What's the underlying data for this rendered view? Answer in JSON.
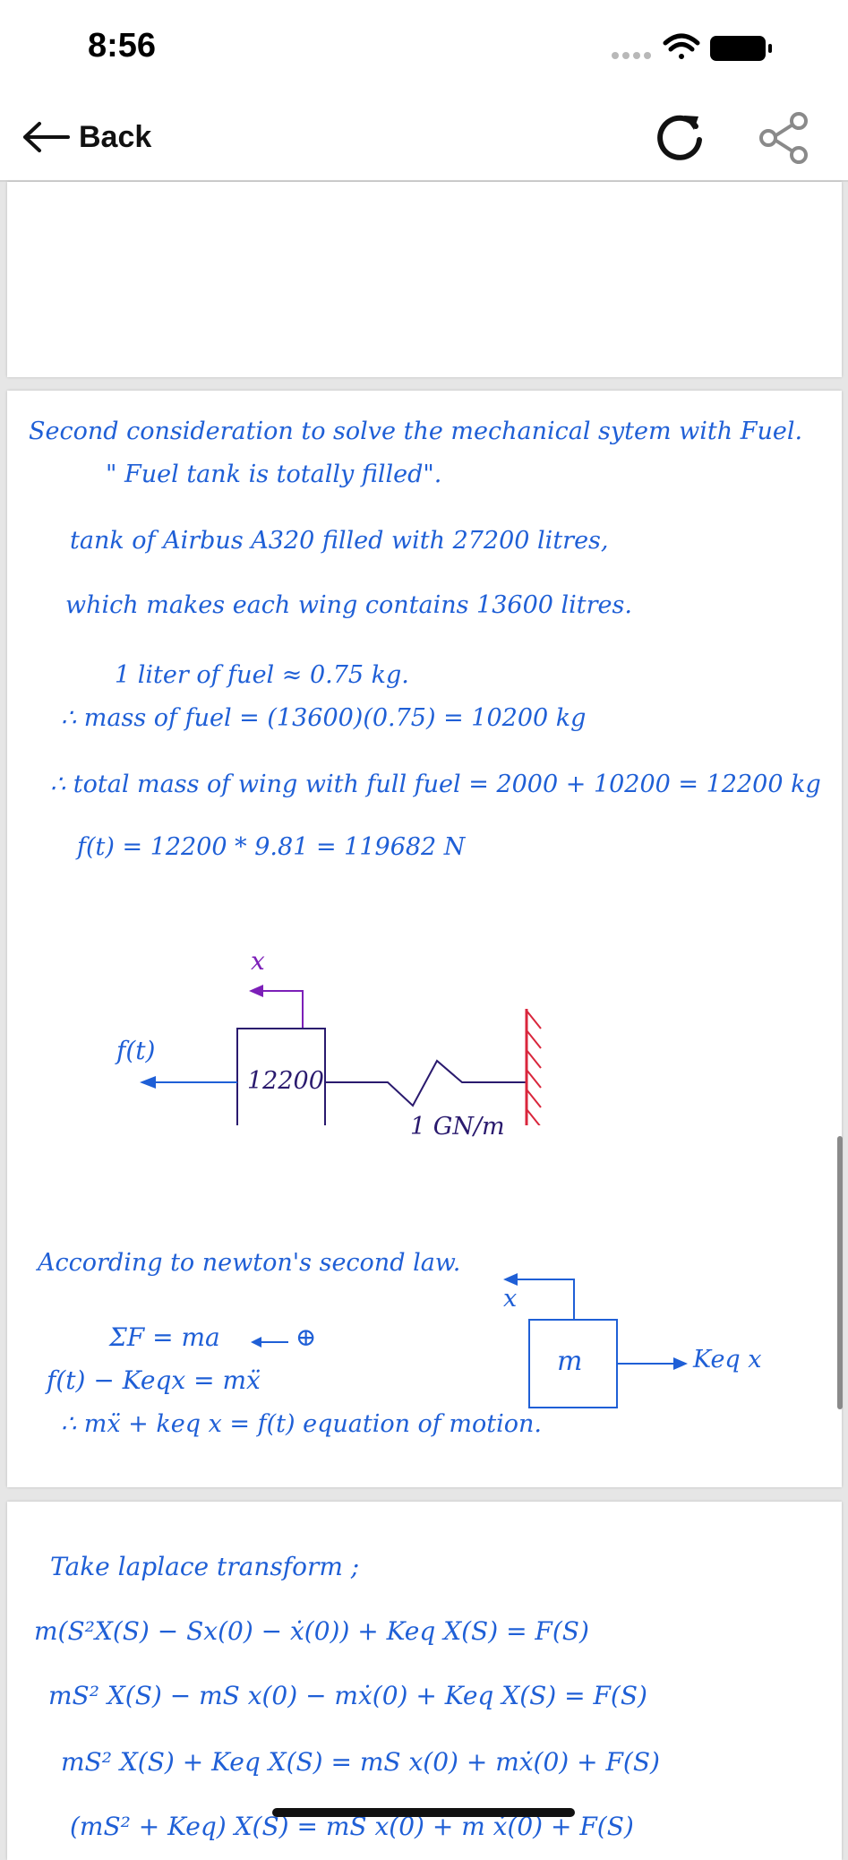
{
  "status_bar": {
    "time": "8:56"
  },
  "nav": {
    "back_label": "Back"
  },
  "page2": {
    "line1": "Second consideration to solve the mechanical sytem with Fuel.",
    "line2": "\" Fuel tank is totally filled\".",
    "line3": "tank of Airbus A320 filled with 27200 litres,",
    "line4": "which makes each wing contains 13600 litres.",
    "line5": "1 liter of fuel ≈ 0.75 kg.",
    "line6": "∴ mass of fuel = (13600)(0.75) = 10200 kg",
    "line7": "∴ total mass of wing with full fuel = 2000 + 10200 = 12200 kg",
    "line8": "f(t) = 12200 * 9.81 = 119682 N",
    "diagram1": {
      "x_label": "x",
      "force_label": "f(t)",
      "mass_label": "12200",
      "spring_label": "1 GN/m"
    },
    "newton_title": "According to newton's second law.",
    "eq1": "ΣF = ma",
    "eq1_sign": "⊕",
    "eq2": "f(t) − Keqx = mẍ",
    "eq3": "∴ mẍ + keq x = f(t)  equation of motion.",
    "diagram2": {
      "x_label": "x",
      "mass_label": "m",
      "force_label": "Keq x"
    }
  },
  "page3": {
    "line1": "Take laplace transform ;",
    "line2": "m(S²X(S) − Sx(0) − ẋ(0)) + Keq X(S) = F(S)",
    "line3": "mS² X(S) − mS x(0) − mẋ(0) + Keq X(S) = F(S)",
    "line4": "mS² X(S) + Keq X(S) = mS x(0) + mẋ(0) + F(S)",
    "line5": "(mS² + Keq) X(S) = mS x(0) + m ẋ(0) + F(S)"
  },
  "colors": {
    "ink": "#1f5fd6",
    "purple": "#7c1fb8",
    "navy": "#2a1a6e",
    "red": "#d9263c"
  },
  "icons": [
    "back-arrow-icon",
    "reload-icon",
    "share-icon",
    "signal-dots-icon",
    "wifi-icon",
    "battery-icon"
  ]
}
